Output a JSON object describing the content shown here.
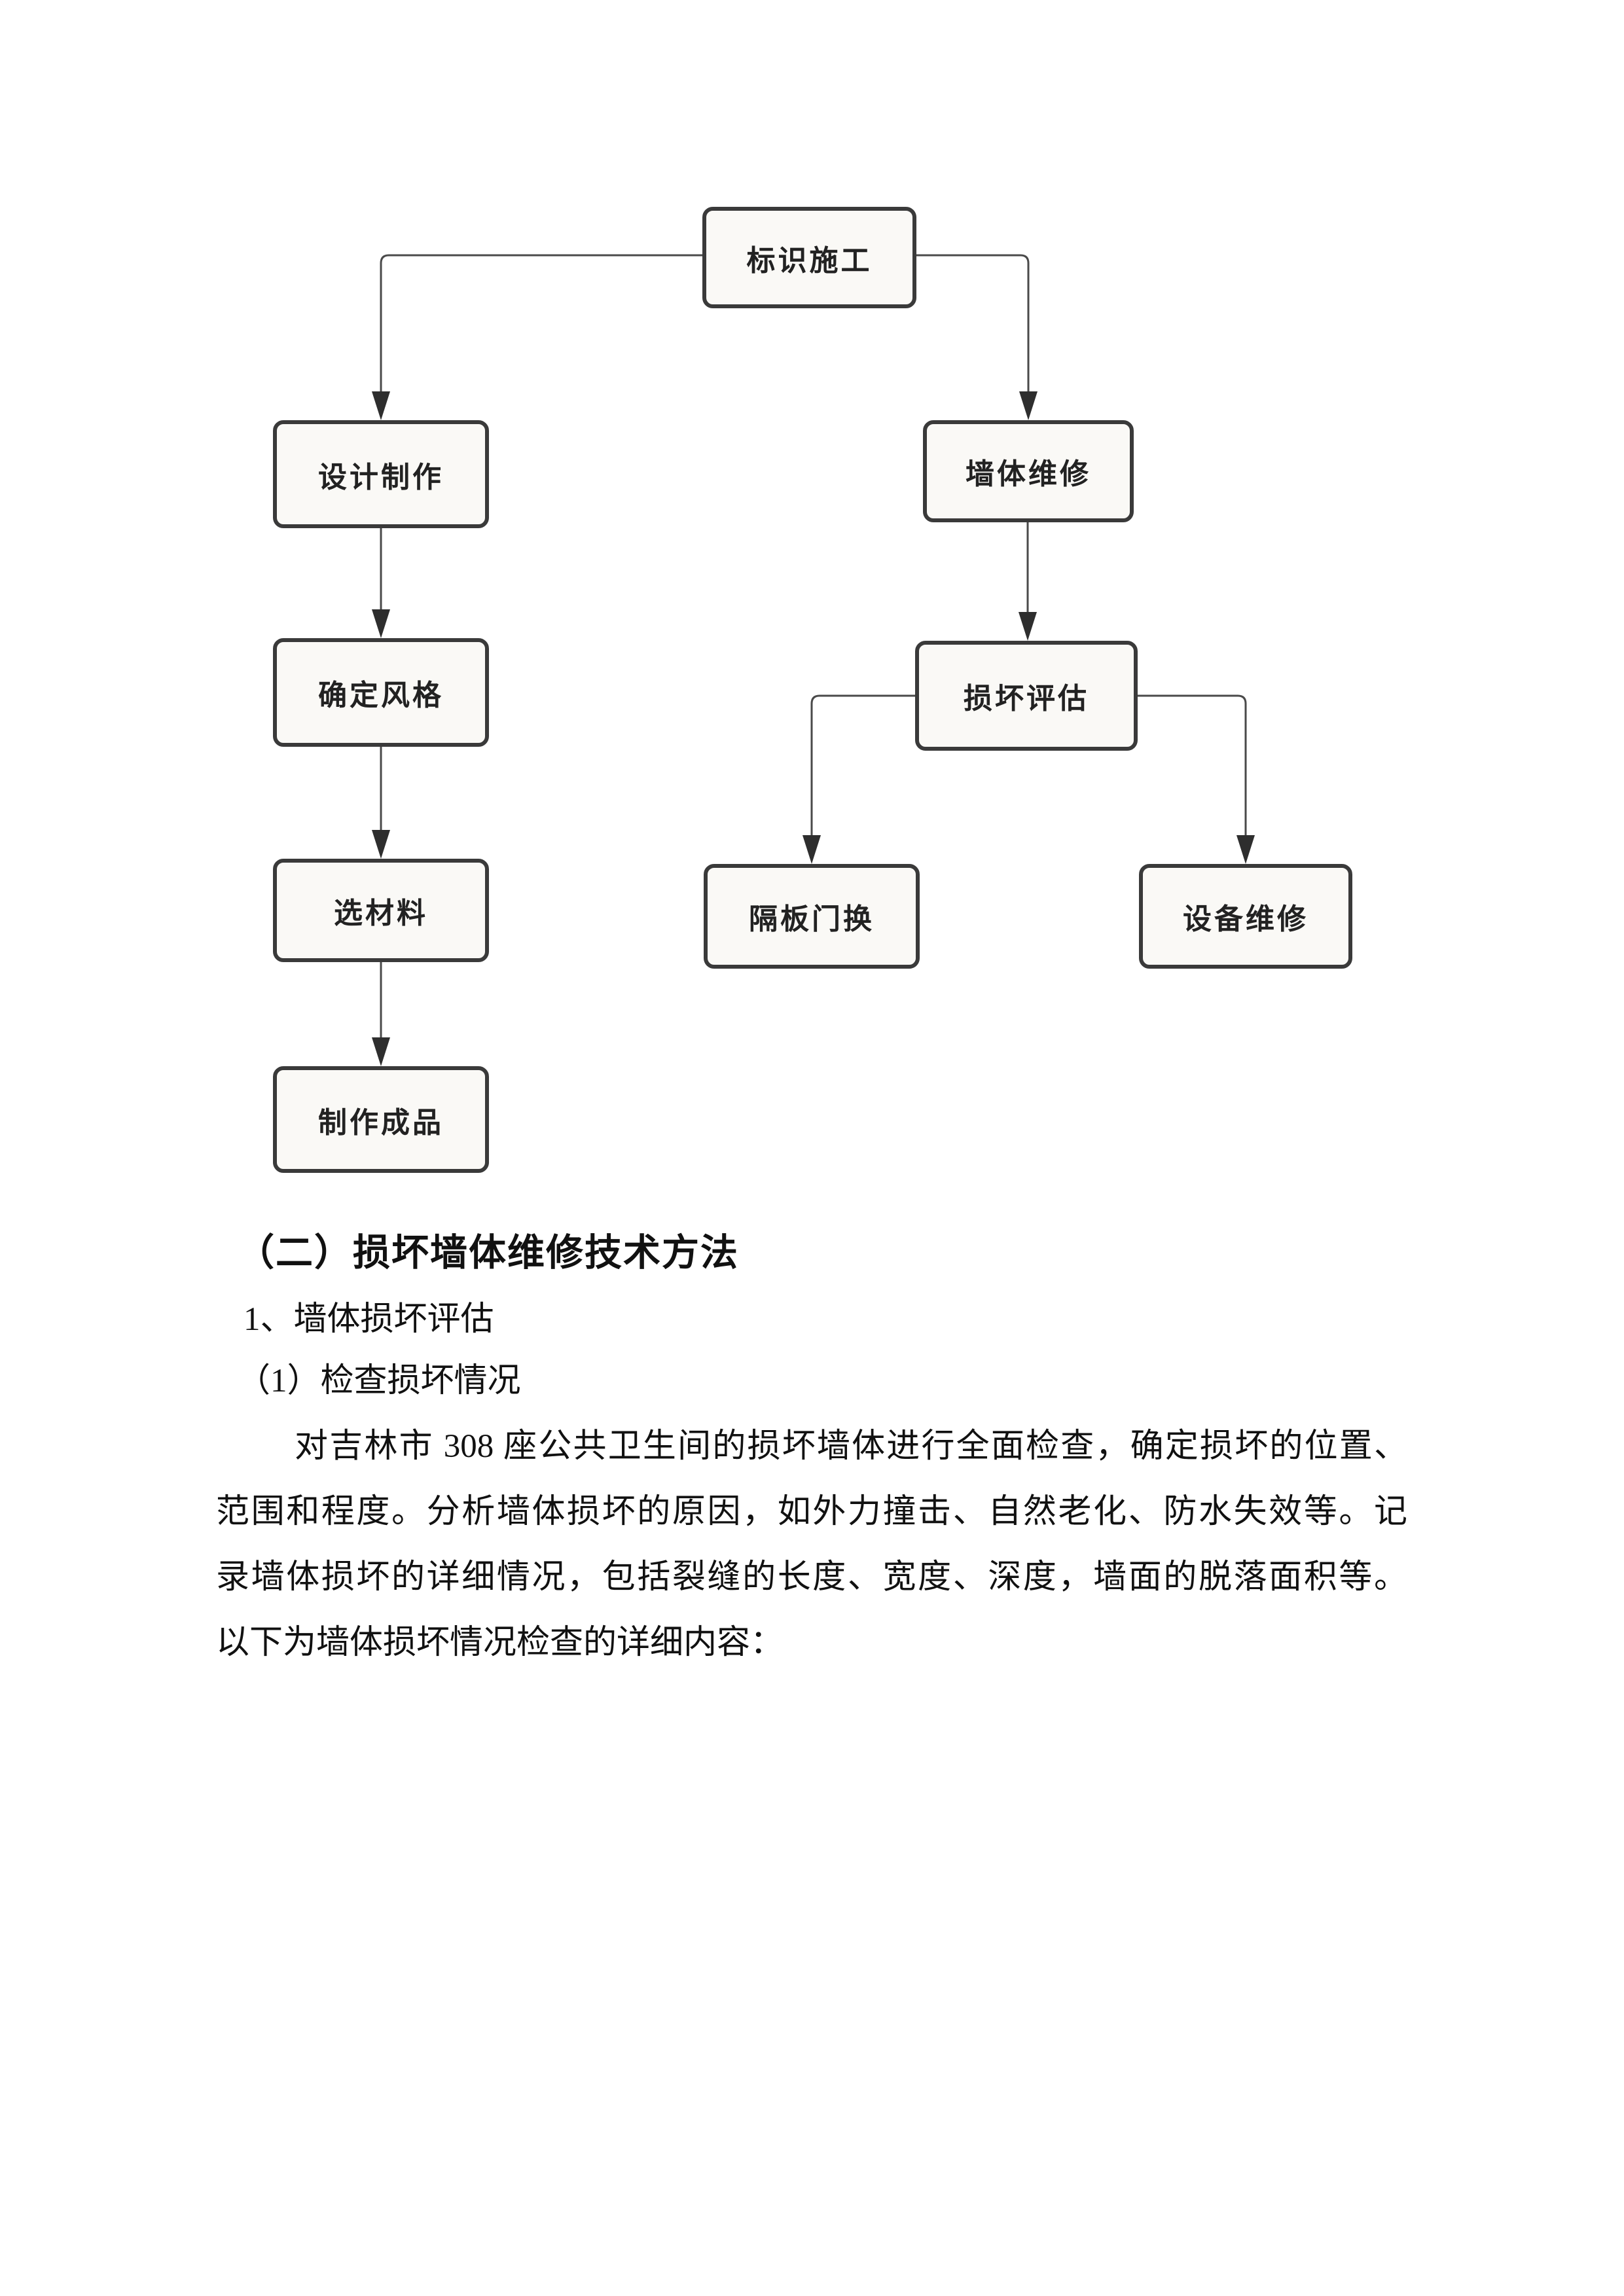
{
  "flowchart": {
    "nodes": [
      {
        "id": "sign-construction",
        "label": "标识施工"
      },
      {
        "id": "design-production",
        "label": "设计制作"
      },
      {
        "id": "determine-style",
        "label": "确定风格"
      },
      {
        "id": "select-material",
        "label": "选材料"
      },
      {
        "id": "make-product",
        "label": "制作成品"
      },
      {
        "id": "wall-repair",
        "label": "墙体维修"
      },
      {
        "id": "damage-assessment",
        "label": "损坏评估"
      },
      {
        "id": "partition-door-replace",
        "label": "隔板门换"
      },
      {
        "id": "equipment-repair",
        "label": "设备维修"
      }
    ]
  },
  "document": {
    "heading": "（二）损坏墙体维修技术方法",
    "numbered_item": "1、墙体损坏评估",
    "sub_item": "（1）检查损坏情况",
    "paragraph_lines": [
      "对吉林市 308 座公共卫生间的损坏墙体进行全面检查，确定损坏的位置、",
      "范围和程度。分析墙体损坏的原因，如外力撞击、自然老化、防水失效等。记",
      "录墙体损坏的详细情况，包括裂缝的长度、宽度、深度，墙面的脱落面积等。",
      "以下为墙体损坏情况检查的详细内容："
    ]
  },
  "colors": {
    "node_border": "#3a3a3a",
    "node_fill": "#faf9f6",
    "connector": "#4a4a4a",
    "text": "#111111"
  }
}
